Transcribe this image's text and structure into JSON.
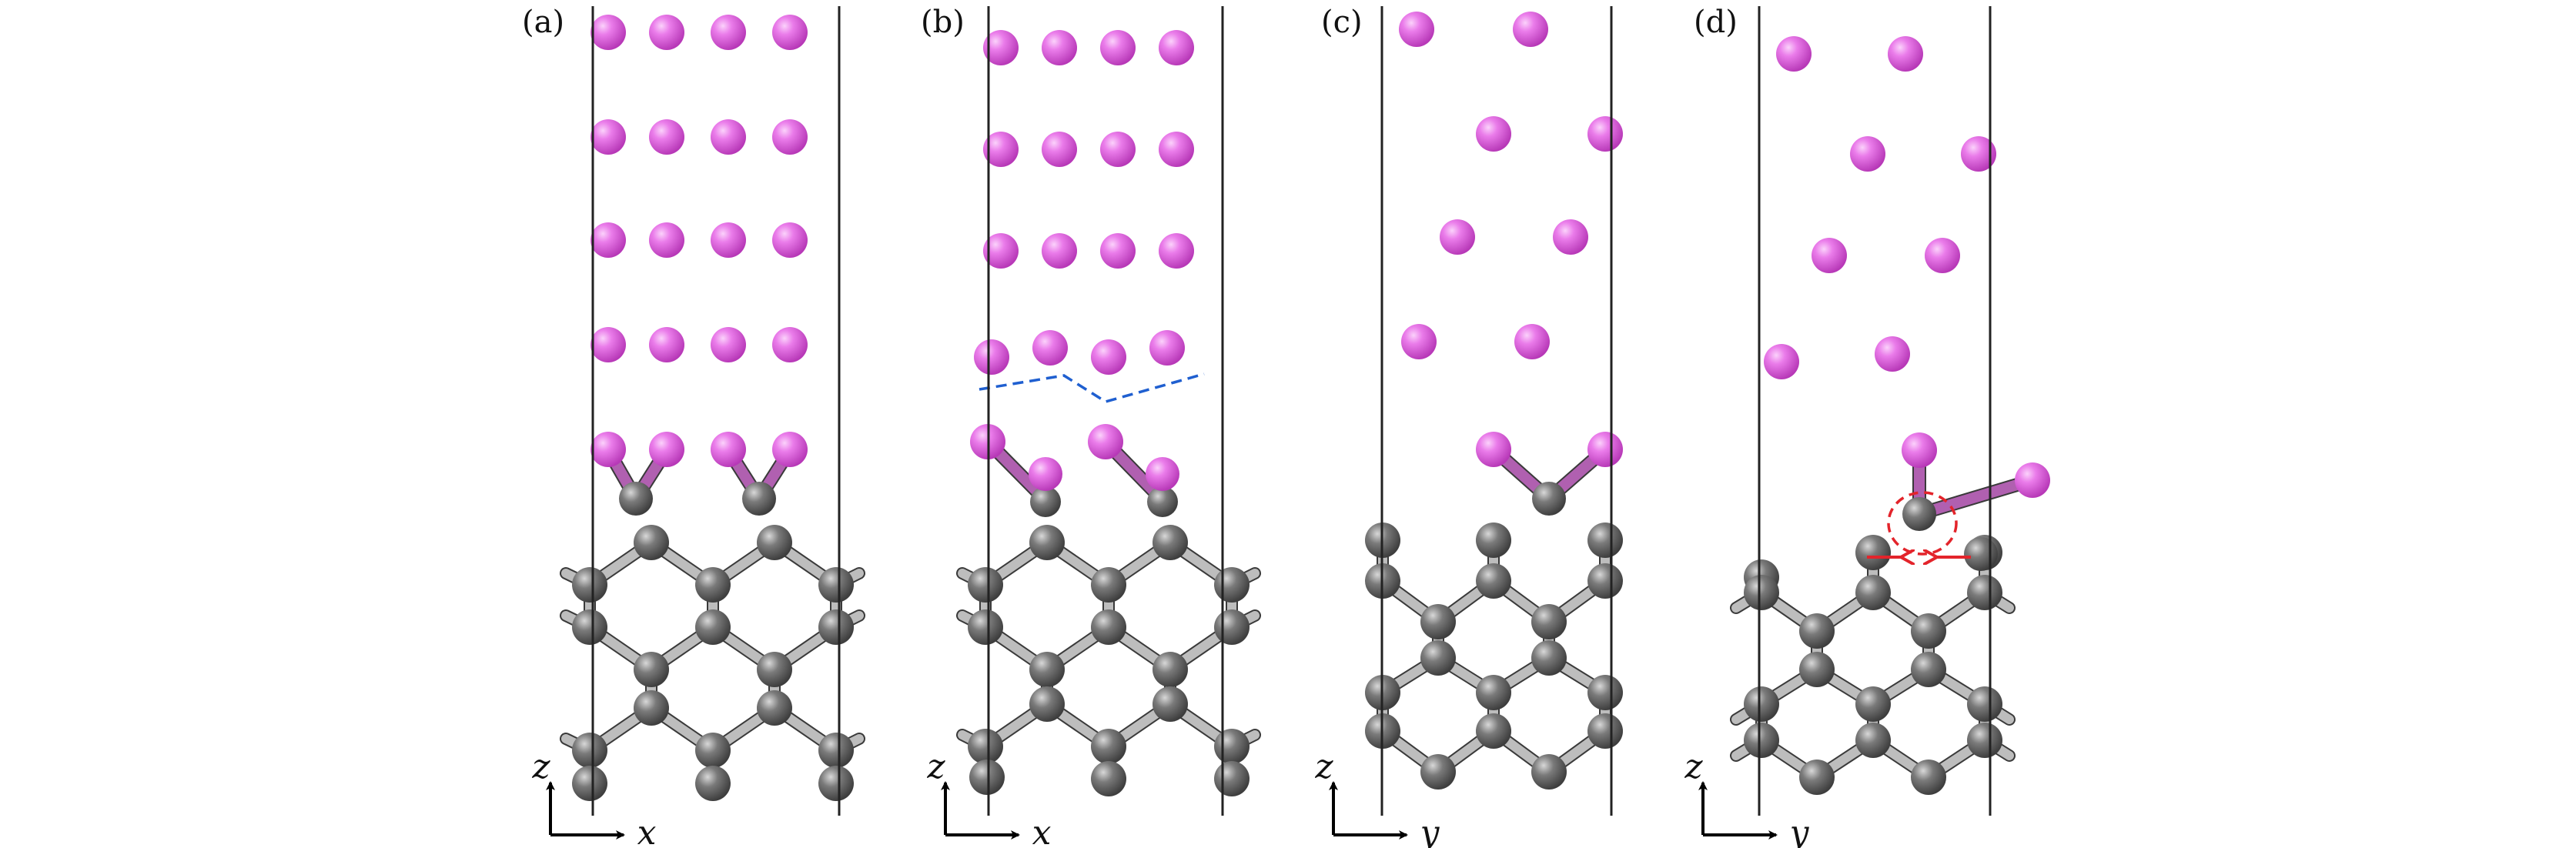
{
  "figure": {
    "panels": [
      {
        "id": "a",
        "label": "(a)",
        "axis_horizontal": "x",
        "axis_vertical": "z",
        "annotation": "none"
      },
      {
        "id": "b",
        "label": "(b)",
        "axis_horizontal": "x",
        "axis_vertical": "z",
        "annotation": "blue dashed interface line"
      },
      {
        "id": "c",
        "label": "(c)",
        "axis_horizontal": "y",
        "axis_vertical": "z",
        "annotation": "none"
      },
      {
        "id": "d",
        "label": "(d)",
        "axis_horizontal": "y",
        "axis_vertical": "z",
        "annotation": "red dashed circle with opposing red arrows"
      }
    ],
    "atom_colors": {
      "pink": "#e05fe0",
      "pink_highlight": "#f7b8f7",
      "gray": "#6a6a6a",
      "gray_highlight": "#c8c8c8"
    },
    "line_colors": {
      "cell_boundary": "#222222",
      "interface_dashed": "#1f5fd0",
      "marker": "#e3242b",
      "axis_arrow": "#000000"
    }
  }
}
